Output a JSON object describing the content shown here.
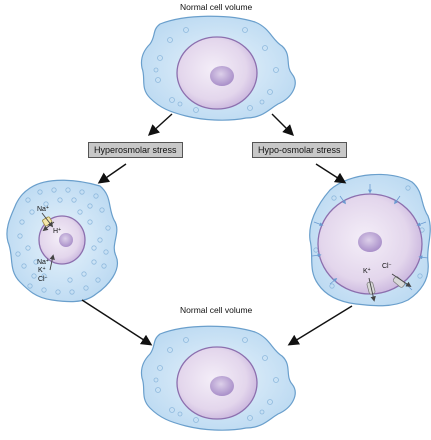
{
  "labels": {
    "top_title": "Normal cell volume",
    "bottom_title": "Normal cell volume",
    "left_stress": "Hyperosmolar stress",
    "right_stress": "Hypo-osmolar stress"
  },
  "ions": {
    "na_out": "Na",
    "h": "H",
    "na_in": "Na",
    "k_in": "K",
    "cl_in": "Cl",
    "k_right": "K",
    "cl_right": "Cl",
    "plus": "+",
    "minus": "−"
  },
  "colors": {
    "cytoplasm": "#d4e9f8",
    "cytoplasm_edge": "#6a9fcc",
    "nucleus": "#e6dcee",
    "nucleus_edge": "#8c6fae",
    "nucleolus": "#bfa9d6",
    "vesicle": "#8fb9dd",
    "arrow": "#111111",
    "stress_box": "#c8c8c8"
  }
}
